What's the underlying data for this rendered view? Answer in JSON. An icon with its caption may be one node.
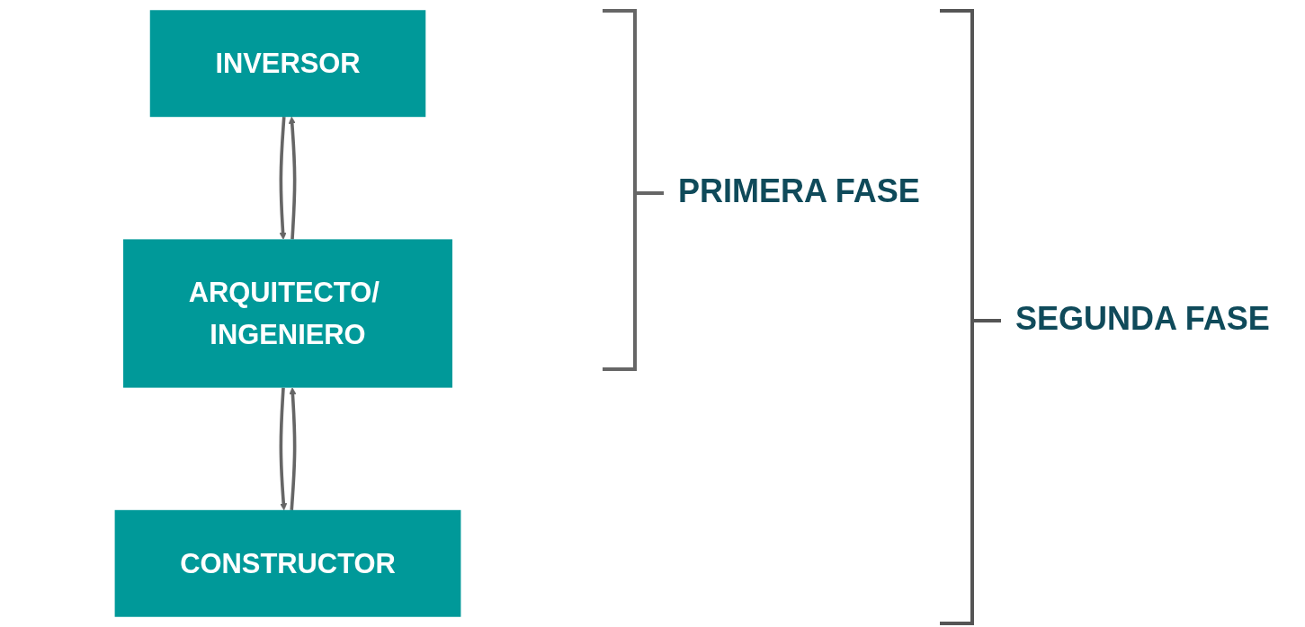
{
  "diagram": {
    "nodes": [
      {
        "text": [
          "INVERSOR"
        ]
      },
      {
        "text": [
          "ARQUITECTO/ INGENIERO"
        ]
      },
      {
        "text": [
          "CONSTRUCTOR"
        ]
      }
    ],
    "edges": [
      {
        "from": 0,
        "to": 1,
        "arrow": "to"
      },
      {
        "from": 1,
        "to": 0,
        "arrow": "to"
      },
      {
        "from": 1,
        "to": 2,
        "arrow": "to"
      },
      {
        "from": 2,
        "to": 1,
        "arrow": "to"
      }
    ],
    "labels": [
      "PRIMERA FASE",
      "SEGUNDA FASE"
    ]
  }
}
